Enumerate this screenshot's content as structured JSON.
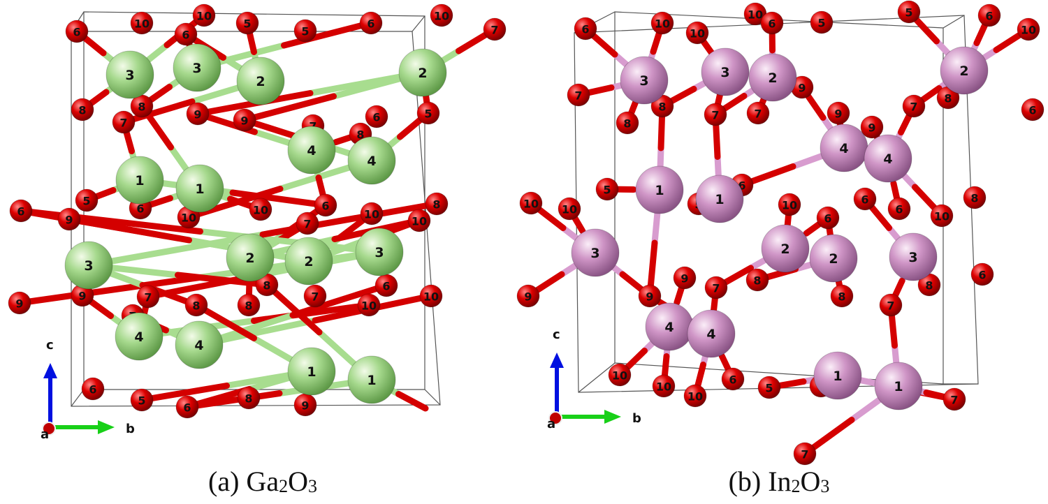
{
  "colors": {
    "oxygen": "#d40000",
    "gallium": "#9bd083",
    "indium": "#c98cc0",
    "ga_bond": "#a8dd8f",
    "in_bond": "#d89ccf",
    "cell_edge": "#555555",
    "axis_a": "#c00000",
    "axis_b": "#18d018",
    "axis_c": "#0010e0"
  },
  "axes_labels": {
    "a": "a",
    "b": "b",
    "c": "c"
  },
  "panels": [
    {
      "caption_prefix": "(a) Ga",
      "caption_sub1": "2",
      "caption_mid": "O",
      "caption_sub2": "3",
      "metal_element": "gallium",
      "metal_atoms": [
        {
          "label": "3"
        },
        {
          "label": "3"
        },
        {
          "label": "2"
        },
        {
          "label": "2"
        },
        {
          "label": "4"
        },
        {
          "label": "4"
        },
        {
          "label": "1"
        },
        {
          "label": "1"
        },
        {
          "label": "2"
        },
        {
          "label": "2"
        },
        {
          "label": "3"
        },
        {
          "label": "3"
        },
        {
          "label": "4"
        },
        {
          "label": "4"
        },
        {
          "label": "1"
        },
        {
          "label": "1"
        }
      ],
      "oxygen_atoms": [
        {
          "label": "6"
        },
        {
          "label": "10"
        },
        {
          "label": "10"
        },
        {
          "label": "6"
        },
        {
          "label": "5"
        },
        {
          "label": "5"
        },
        {
          "label": "6"
        },
        {
          "label": "10"
        },
        {
          "label": "7"
        },
        {
          "label": "8"
        },
        {
          "label": "8"
        },
        {
          "label": "7"
        },
        {
          "label": "9"
        },
        {
          "label": "9"
        },
        {
          "label": "7"
        },
        {
          "label": "8"
        },
        {
          "label": "6"
        },
        {
          "label": "5"
        },
        {
          "label": "5"
        },
        {
          "label": "6"
        },
        {
          "label": "10"
        },
        {
          "label": "10"
        },
        {
          "label": "6"
        },
        {
          "label": "10"
        },
        {
          "label": "6"
        },
        {
          "label": "10"
        },
        {
          "label": "8"
        },
        {
          "label": "7"
        },
        {
          "label": "9"
        },
        {
          "label": "9"
        },
        {
          "label": "9"
        },
        {
          "label": "7"
        },
        {
          "label": "7"
        },
        {
          "label": "8"
        },
        {
          "label": "8"
        },
        {
          "label": "8"
        },
        {
          "label": "7"
        },
        {
          "label": "6"
        },
        {
          "label": "10"
        },
        {
          "label": "10"
        },
        {
          "label": "6"
        },
        {
          "label": "5"
        },
        {
          "label": "6"
        },
        {
          "label": "8"
        },
        {
          "label": "9"
        }
      ]
    },
    {
      "caption_prefix": "(b) In",
      "caption_sub1": "2",
      "caption_mid": "O",
      "caption_sub2": "3",
      "metal_element": "indium",
      "metal_atoms": [
        {
          "label": "3"
        },
        {
          "label": "3"
        },
        {
          "label": "2"
        },
        {
          "label": "2"
        },
        {
          "label": "4"
        },
        {
          "label": "4"
        },
        {
          "label": "1"
        },
        {
          "label": "1"
        },
        {
          "label": "2"
        },
        {
          "label": "2"
        },
        {
          "label": "3"
        },
        {
          "label": "3"
        },
        {
          "label": "4"
        },
        {
          "label": "4"
        },
        {
          "label": "1"
        },
        {
          "label": "1"
        }
      ],
      "oxygen_atoms": [
        {
          "label": "6"
        },
        {
          "label": "10"
        },
        {
          "label": "10"
        },
        {
          "label": "10"
        },
        {
          "label": "6"
        },
        {
          "label": "5"
        },
        {
          "label": "5"
        },
        {
          "label": "6"
        },
        {
          "label": "10"
        },
        {
          "label": "7"
        },
        {
          "label": "8"
        },
        {
          "label": "8"
        },
        {
          "label": "7"
        },
        {
          "label": "7"
        },
        {
          "label": "9"
        },
        {
          "label": "9"
        },
        {
          "label": "9"
        },
        {
          "label": "7"
        },
        {
          "label": "8"
        },
        {
          "label": "6"
        },
        {
          "label": "5"
        },
        {
          "label": "5"
        },
        {
          "label": "5"
        },
        {
          "label": "6"
        },
        {
          "label": "10"
        },
        {
          "label": "10"
        },
        {
          "label": "10"
        },
        {
          "label": "6"
        },
        {
          "label": "6"
        },
        {
          "label": "6"
        },
        {
          "label": "10"
        },
        {
          "label": "8"
        },
        {
          "label": "9"
        },
        {
          "label": "9"
        },
        {
          "label": "9"
        },
        {
          "label": "7"
        },
        {
          "label": "8"
        },
        {
          "label": "8"
        },
        {
          "label": "7"
        },
        {
          "label": "8"
        },
        {
          "label": "6"
        },
        {
          "label": "10"
        },
        {
          "label": "10"
        },
        {
          "label": "10"
        },
        {
          "label": "6"
        },
        {
          "label": "5"
        },
        {
          "label": "6"
        },
        {
          "label": "7"
        },
        {
          "label": "7"
        }
      ]
    }
  ]
}
